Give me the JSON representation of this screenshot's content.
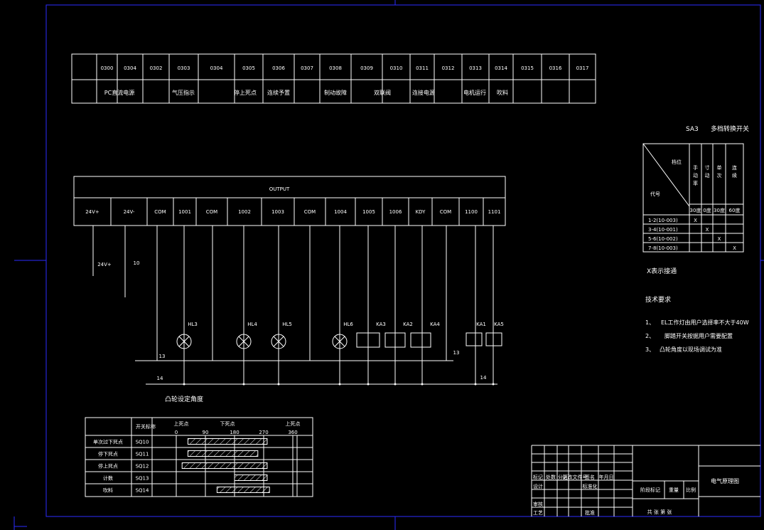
{
  "inputs": {
    "codes": [
      "0300",
      "0304",
      "0302",
      "0303",
      "0304",
      "0305",
      "0306",
      "0307",
      "0308",
      "0309",
      "0310",
      "0311",
      "0312",
      "0313",
      "0314",
      "0315",
      "0316",
      "0317"
    ],
    "labels": [
      {
        "text": "PC直流电源"
      },
      {
        "text": "气压指示"
      },
      {
        "text": "停上死点"
      },
      {
        "text": "连续予置"
      },
      {
        "text": "制动故障"
      },
      {
        "text": "双联阀"
      },
      {
        "text": "连接电源"
      },
      {
        "text": "电机运行"
      },
      {
        "text": "吹料"
      }
    ]
  },
  "output": {
    "title": "OUTPUT",
    "terminals": [
      "24V+",
      "24V-",
      "COM",
      "1001",
      "COM",
      "1002",
      "1003",
      "COM",
      "1004",
      "1005",
      "1006",
      "KDY",
      "COM",
      "1100",
      "1101"
    ],
    "wire_labels": {
      "w24p": "24V+",
      "w10": "10",
      "w13a": "13",
      "w13b": "13",
      "w14a": "14",
      "w14b": "14"
    },
    "devices": [
      "HL3",
      "HL4",
      "HL5",
      "HL6",
      "KA3",
      "KA2",
      "KA4",
      "KA1",
      "KA5"
    ]
  },
  "cam": {
    "title": "凸轮设定角度",
    "header": "开关标称",
    "top_labels": [
      "上死点",
      "下死点",
      "上死点"
    ],
    "angles": [
      "0",
      "90",
      "180",
      "270",
      "360"
    ],
    "rows": [
      {
        "name": "单次过下死点",
        "code": "SQ10",
        "on": [
          0.1,
          0.78
        ]
      },
      {
        "name": "停下死点",
        "code": "SQ11",
        "on": [
          0.1,
          0.7
        ]
      },
      {
        "name": "停上死点",
        "code": "SQ12",
        "on": [
          0.05,
          0.78
        ]
      },
      {
        "name": "计数",
        "code": "SQ13",
        "on": [
          0.5,
          0.78
        ]
      },
      {
        "name": "吹料",
        "code": "SQ14",
        "on": [
          0.35,
          0.8
        ]
      }
    ]
  },
  "sa": {
    "code": "SA3",
    "title": "多档转换开关",
    "header_top": "档位",
    "header_bottom": "代号",
    "cols": [
      "手\n动\n率",
      "寸\n动",
      "单\n次",
      "连\n续"
    ],
    "angles": [
      "30度",
      "0度",
      "30度",
      "60度"
    ],
    "rows": [
      "1-2(10-003)",
      "3-4(10-001)",
      "5-6(10-002)",
      "7-8(10-003)"
    ],
    "marks": [
      [
        1,
        0,
        0,
        0
      ],
      [
        0,
        1,
        0,
        0
      ],
      [
        0,
        0,
        1,
        0
      ],
      [
        0,
        0,
        0,
        1
      ]
    ],
    "mark_char": "X",
    "note": "X表示接通"
  },
  "tech": {
    "title": "技术要求",
    "items": [
      {
        "num": "1、",
        "text": "EL工作灯由用户选择率不大于40W"
      },
      {
        "num": "2、",
        "text": "脚踏开关按据用户需要配置"
      },
      {
        "num": "3、",
        "text": "凸轮角度以现场调试为准"
      }
    ]
  },
  "title_block": {
    "drawing_title": "电气原理图",
    "row_labels": [
      "标记",
      "处数",
      "分区",
      "更改文件号",
      "签名",
      "年月日"
    ],
    "design": "设计",
    "standard": "标准化",
    "review": "审核",
    "process": "工艺",
    "approve": "批准",
    "stage": "阶段标记",
    "weight": "重量",
    "scale": "比例",
    "sheets": "共  张  第  张"
  }
}
